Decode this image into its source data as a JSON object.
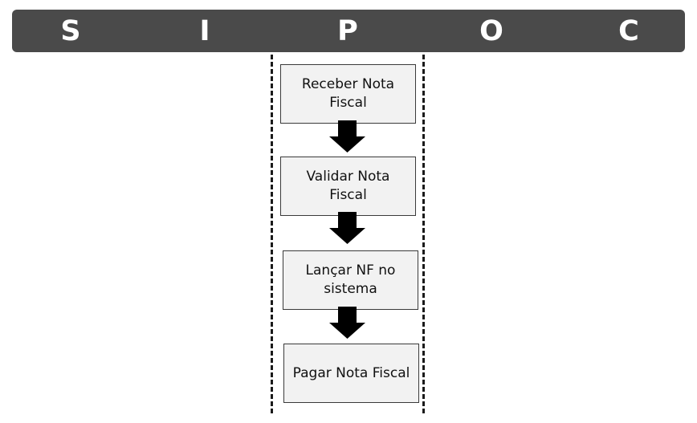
{
  "header": {
    "letters": [
      "S",
      "I",
      "P",
      "O",
      "C"
    ]
  },
  "process": {
    "steps": [
      {
        "label": "Receber Nota\nFiscal"
      },
      {
        "label": "Validar Nota\nFiscal"
      },
      {
        "label": "Lançar NF no\nsistema"
      },
      {
        "label": "Pagar Nota Fiscal"
      }
    ]
  },
  "colors": {
    "header_bg": "#4a4a4a",
    "header_text": "#ffffff",
    "box_fill": "#f2f2f2",
    "box_border": "#3a3a3a",
    "arrow": "#000000",
    "lane_dash": "#1a1a1a"
  },
  "icons": {
    "connector": "down-arrow-icon"
  }
}
